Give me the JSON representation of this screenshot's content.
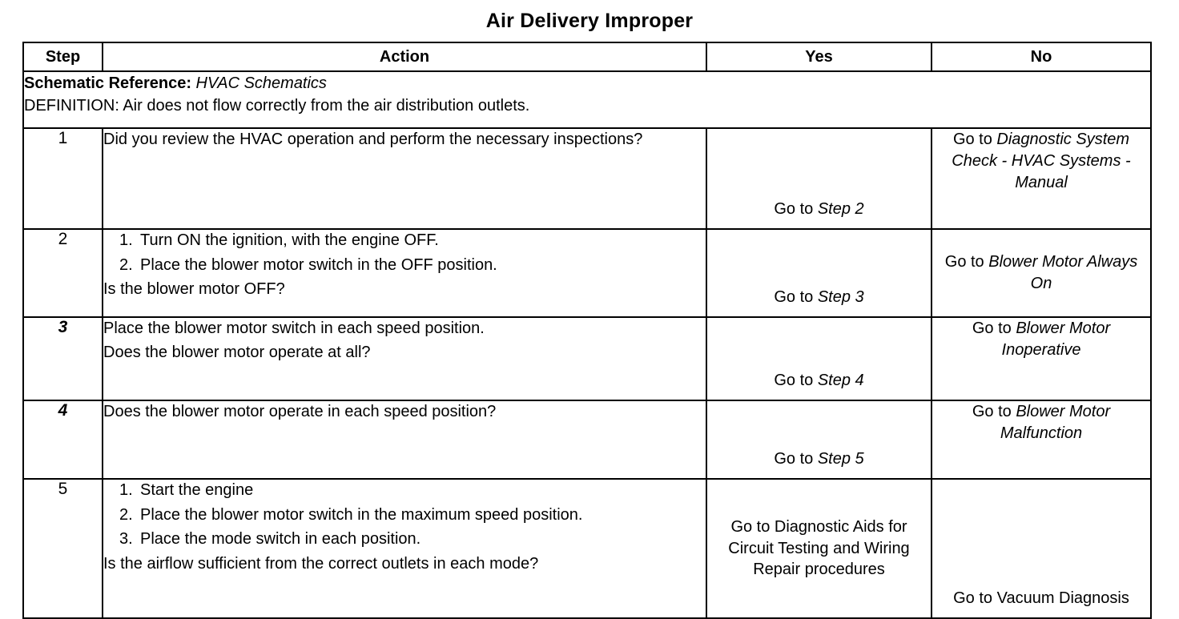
{
  "document": {
    "title": "Air Delivery Improper"
  },
  "table": {
    "headers": {
      "step": "Step",
      "action": "Action",
      "yes": "Yes",
      "no": "No"
    },
    "definition": {
      "schematic_label": "Schematic Reference:",
      "schematic_value": "HVAC Schematics",
      "definition_label": "DEFINITION:",
      "definition_value": "Air does not flow correctly from the air distribution outlets."
    },
    "rows": [
      {
        "step": "1",
        "step_italic": false,
        "action_text": "Did you review the HVAC operation and perform the necessary inspections?",
        "action_items": [],
        "action_question": "",
        "yes_prefix": "Go to ",
        "yes_emphasis": "Step 2",
        "yes_align": "bottom",
        "no_prefix": "Go to ",
        "no_emphasis": "Diagnostic System Check - HVAC Systems - Manual",
        "no_align": "top"
      },
      {
        "step": "2",
        "step_italic": false,
        "action_text": "",
        "action_items": [
          {
            "num": "1.",
            "text": "Turn ON the ignition, with the engine OFF."
          },
          {
            "num": "2.",
            "text": "Place the blower motor switch in the OFF position."
          }
        ],
        "action_question": "Is the blower motor OFF?",
        "yes_prefix": "Go to ",
        "yes_emphasis": "Step 3",
        "yes_align": "bottom",
        "no_prefix": "Go to ",
        "no_emphasis": "Blower Motor Always On",
        "no_align": "middle"
      },
      {
        "step": "3",
        "step_italic": true,
        "action_text": "Place the blower motor switch in each speed position.",
        "action_items": [],
        "action_question": "Does the blower motor operate at all?",
        "yes_prefix": "Go to ",
        "yes_emphasis": "Step 4",
        "yes_align": "bottom",
        "no_prefix": "Go to ",
        "no_emphasis": "Blower Motor Inoperative",
        "no_align": "top"
      },
      {
        "step": "4",
        "step_italic": true,
        "action_text": "Does the blower motor operate in each speed position?",
        "action_items": [],
        "action_question": "",
        "yes_prefix": "Go to ",
        "yes_emphasis": "Step 5",
        "yes_align": "bottom",
        "no_prefix": "Go to ",
        "no_emphasis": "Blower Motor Malfunction",
        "no_align": "top"
      },
      {
        "step": "5",
        "step_italic": false,
        "action_text": "",
        "action_items": [
          {
            "num": "1.",
            "text": "Start the engine"
          },
          {
            "num": "2.",
            "text": "Place the blower motor switch in the maximum speed position."
          },
          {
            "num": "3.",
            "text": "Place the mode switch in each position."
          }
        ],
        "action_question": "Is the airflow sufficient from the correct outlets in each mode?",
        "yes_prefix": "",
        "yes_emphasis": "",
        "yes_plain": "Go to Diagnostic Aids for Circuit Testing and Wiring Repair procedures",
        "yes_align": "middle",
        "no_prefix": "",
        "no_emphasis": "",
        "no_plain": "Go to Vacuum Diagnosis",
        "no_align": "bottom"
      }
    ]
  },
  "colors": {
    "ink": "#000000",
    "paper": "#ffffff"
  }
}
